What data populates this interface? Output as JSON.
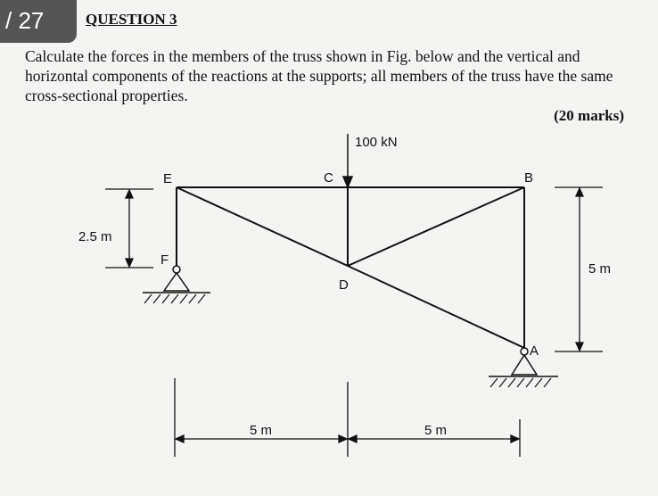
{
  "page_indicator": "/ 27",
  "heading": "QUESTION 3",
  "question": "Calculate the forces in the members of the truss shown in Fig. below and the vertical and horizontal components of the reactions at the supports; all members of the truss have the same cross-sectional properties.",
  "marks": "(20 marks)",
  "figure": {
    "load": "100 kN",
    "nodes": {
      "A": "A",
      "B": "B",
      "C": "C",
      "D": "D",
      "E": "E",
      "F": "F"
    },
    "dim_left": "2.5 m",
    "dim_right": "5 m",
    "span_1": "5 m",
    "span_2": "5 m"
  }
}
